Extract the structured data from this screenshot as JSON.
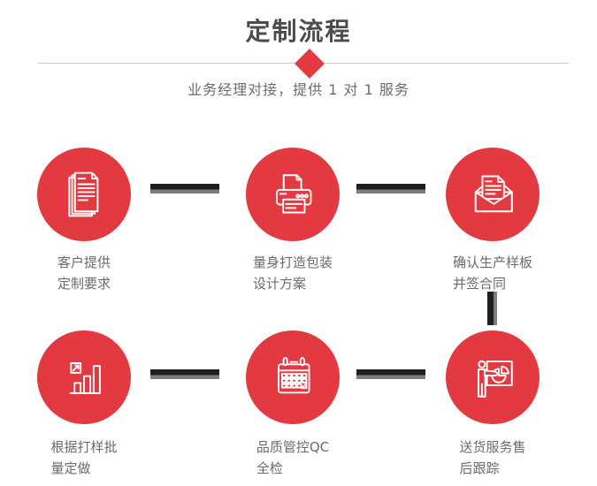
{
  "page": {
    "title": "定制流程",
    "subtitle": "业务经理对接，提供 1 对 1 服务"
  },
  "colors": {
    "accent": "#e23a40",
    "title_text": "#4c4c4c",
    "body_text": "#6b6b6b",
    "divider": "#cccccc",
    "connector_dark": "#1f1f1f",
    "connector_light": "#7d7d7d",
    "background": "#ffffff",
    "icon_stroke": "#ffffff"
  },
  "steps": [
    {
      "icon": "documents-icon",
      "line1": "客户提供",
      "line2": "定制要求"
    },
    {
      "icon": "printer-icon",
      "line1": "量身打造包装",
      "line2": "设计方案"
    },
    {
      "icon": "envelope-icon",
      "line1": "确认生产样板",
      "line2": "并签合同"
    },
    {
      "icon": "bar-chart-icon",
      "line1": "根据打样批",
      "line2": "量定做"
    },
    {
      "icon": "calendar-icon",
      "line1": "品质管控QC",
      "line2": "全检"
    },
    {
      "icon": "presentation-icon",
      "line1": "送货服务售",
      "line2": "后跟踪"
    }
  ]
}
